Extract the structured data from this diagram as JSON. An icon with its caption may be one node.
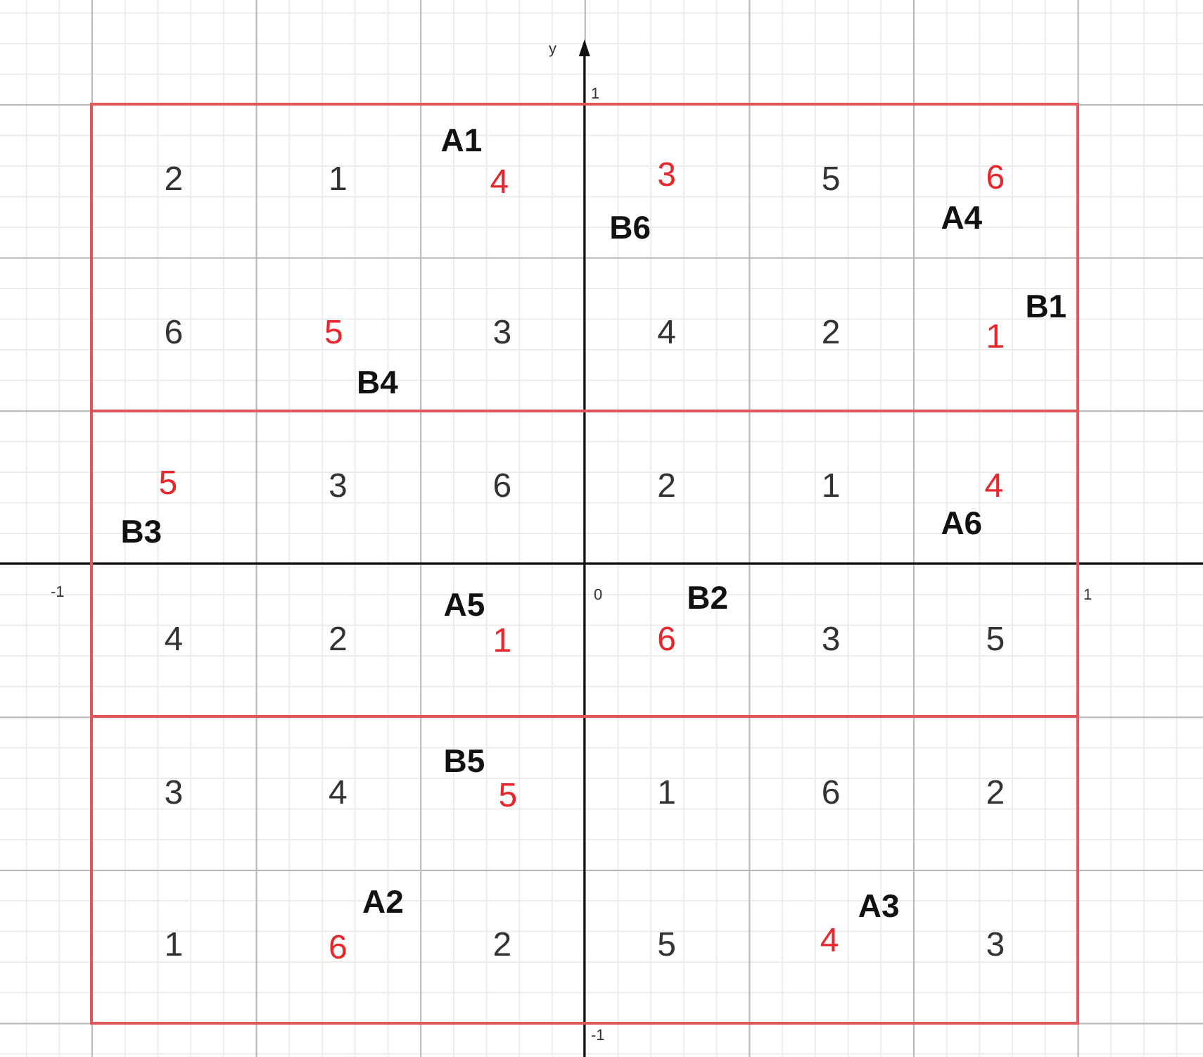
{
  "diagram": {
    "nodes": [
      {
        "text": [],
        "shape": "box"
      },
      {
        "text": [],
        "shape": "box"
      },
      {
        "text": [],
        "shape": "box"
      },
      {
        "text": [
          "2"
        ],
        "in": 0
      },
      {
        "text": [
          "1"
        ],
        "in": 0
      },
      {
        "text": [
          "4"
        ],
        "in": 0,
        "beside": [
          "A1"
        ]
      },
      {
        "text": [
          "3"
        ],
        "in": 0,
        "beside": [
          "B6"
        ]
      },
      {
        "text": [
          "5"
        ],
        "in": 0
      },
      {
        "text": [
          "6"
        ],
        "in": 0,
        "beside": [
          "A4"
        ]
      },
      {
        "text": [
          "6"
        ],
        "in": 0
      },
      {
        "text": [
          "5"
        ],
        "in": 0,
        "beside": [
          "B4"
        ]
      },
      {
        "text": [
          "3"
        ],
        "in": 0
      },
      {
        "text": [
          "4"
        ],
        "in": 0
      },
      {
        "text": [
          "2"
        ],
        "in": 0
      },
      {
        "text": [
          "1"
        ],
        "in": 0,
        "beside": [
          "B1"
        ]
      },
      {
        "text": [
          "5"
        ],
        "in": 1,
        "beside": [
          "B3"
        ]
      },
      {
        "text": [
          "3"
        ],
        "in": 1
      },
      {
        "text": [
          "6"
        ],
        "in": 1
      },
      {
        "text": [
          "2"
        ],
        "in": 1
      },
      {
        "text": [
          "1"
        ],
        "in": 1
      },
      {
        "text": [
          "4"
        ],
        "in": 1,
        "beside": [
          "A6"
        ]
      },
      {
        "text": [
          "4"
        ],
        "in": 1
      },
      {
        "text": [
          "2"
        ],
        "in": 1
      },
      {
        "text": [
          "1"
        ],
        "in": 1,
        "beside": [
          "A5"
        ]
      },
      {
        "text": [
          "6"
        ],
        "in": 1,
        "beside": [
          "B2"
        ]
      },
      {
        "text": [
          "3"
        ],
        "in": 1
      },
      {
        "text": [
          "5"
        ],
        "in": 1
      },
      {
        "text": [
          "3"
        ],
        "in": 2
      },
      {
        "text": [
          "4"
        ],
        "in": 2
      },
      {
        "text": [
          "5"
        ],
        "in": 2,
        "beside": [
          "B5"
        ]
      },
      {
        "text": [
          "1"
        ],
        "in": 2
      },
      {
        "text": [
          "6"
        ],
        "in": 2
      },
      {
        "text": [
          "2"
        ],
        "in": 2
      },
      {
        "text": [
          "1"
        ],
        "in": 2
      },
      {
        "text": [
          "6"
        ],
        "in": 2,
        "beside": [
          "A2"
        ]
      },
      {
        "text": [
          "2"
        ],
        "in": 2
      },
      {
        "text": [
          "5"
        ],
        "in": 2
      },
      {
        "text": [
          "4"
        ],
        "in": 2,
        "beside": [
          "A3"
        ]
      },
      {
        "text": [
          "3"
        ],
        "in": 2
      }
    ],
    "labels": [
      "y",
      "1",
      "-1",
      "0",
      "1",
      "-1"
    ]
  }
}
